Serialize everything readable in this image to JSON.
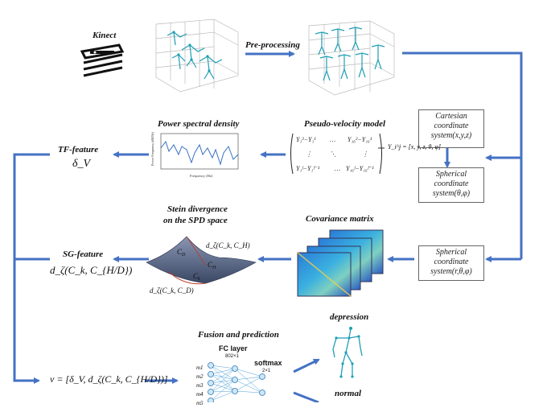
{
  "kinect": {
    "label": "Kinect"
  },
  "preprocessing": {
    "label": "Pre-processing"
  },
  "cartesian_box": {
    "line1": "Cartesian",
    "line2": "coordinate",
    "line3": "system(x,y,z)"
  },
  "spherical_box_1": {
    "line1": "Spherical",
    "line2": "coordinate",
    "line3": "system(θ,φ)"
  },
  "spherical_box_2": {
    "line1": "Spherical",
    "line2": "coordinate",
    "line3": "system(r,θ,φ)"
  },
  "pseudo_velocity": {
    "label": "Pseudo-velocity model",
    "formula": "Y_i^j = [x, y, z, θ, φ]"
  },
  "psd": {
    "label": "Power spectral density",
    "ylabel": "Power Frequency (dB/Hz)",
    "xlabel": "Frequency (Hz)"
  },
  "covariance": {
    "label": "Covariance matrix"
  },
  "stein": {
    "label_line1": "Stein divergence",
    "label_line2": "on the SPD space"
  },
  "tf_feature": {
    "label": "TF-feature",
    "symbol": "δ_V"
  },
  "sg_feature": {
    "label": "SG-feature",
    "symbol": "d_ζ(C_k, C_{H/D})"
  },
  "fusion": {
    "label": "Fusion and prediction",
    "vector": "v = [δ_V, d_ζ(C_k, C_{H/D})]",
    "fc_layer": "FC layer",
    "fc_dim": "802×1",
    "softmax": "softmax",
    "softmax_dim": "2×1",
    "inputs": [
      "m1",
      "m2",
      "m3",
      "m4",
      "m5"
    ]
  },
  "outputs": {
    "depression": "depression",
    "normal": "normal"
  },
  "colors": {
    "arrow": "#4472c4",
    "skeleton": "#1f9fb5",
    "surface": "#5a6a8a"
  }
}
